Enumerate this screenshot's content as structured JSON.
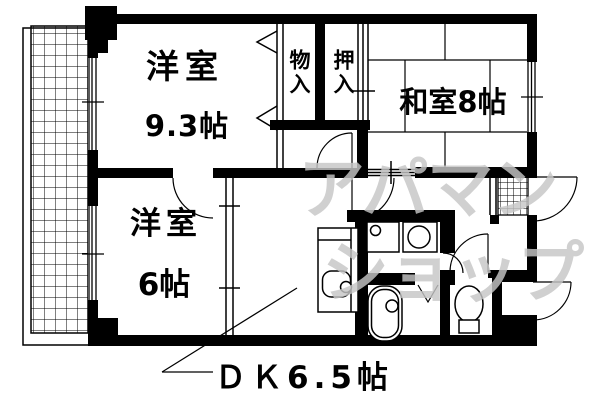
{
  "page": {
    "type": "japanese-apartment-floor-plan"
  },
  "labels": {
    "western_room_1": {
      "name": "洋室",
      "size": "9.3帖"
    },
    "western_room_2": {
      "name": "洋室",
      "size": "6帖"
    },
    "japanese_room": {
      "name": "和室8帖"
    },
    "dining_kitchen": {
      "name": "ＤＫ6.5帖"
    },
    "storage": {
      "name": "物入"
    },
    "closet": {
      "name": "押入"
    }
  },
  "watermark": {
    "line1": "アパマン",
    "line2": "ショップ",
    "color": "#c6c6c6"
  },
  "colors": {
    "wall": "#000000",
    "background": "#ffffff",
    "watermark": "#c6c6c6"
  }
}
